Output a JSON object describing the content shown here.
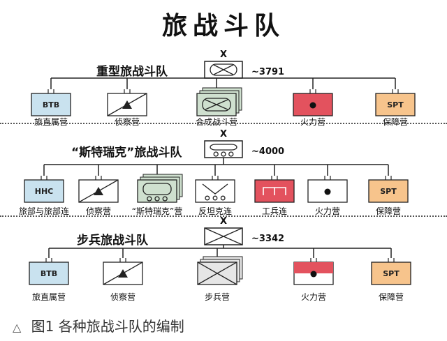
{
  "title": "旅战斗队",
  "caption": {
    "marker": "△",
    "text": "图1  各种旅战斗队的编制"
  },
  "hq_marker": "X",
  "sections": [
    {
      "name": "重型旅战斗队",
      "strength": "~3791",
      "hq_symbol": "armor-mech",
      "units": [
        {
          "label": "旅直属营",
          "symbol": "box-text",
          "text": "BTB",
          "fill": "#c9e2ef"
        },
        {
          "label": "侦察营",
          "symbol": "recon",
          "fill": "#ffffff"
        },
        {
          "label": "合成战斗营",
          "symbol": "armor-mech-stack",
          "fill": "#cfe0cf"
        },
        {
          "label": "火力营",
          "symbol": "artillery",
          "fill": "#e3525e"
        },
        {
          "label": "保障营",
          "symbol": "box-text",
          "text": "SPT",
          "fill": "#f7c48c"
        }
      ]
    },
    {
      "name": "“斯特瑞克”旅战斗队",
      "strength": "~4000",
      "hq_symbol": "stryker",
      "units": [
        {
          "label": "旅部与旅部连",
          "symbol": "box-text",
          "text": "HHC",
          "fill": "#c9e2ef"
        },
        {
          "label": "侦察营",
          "symbol": "recon",
          "fill": "#ffffff"
        },
        {
          "label": "“斯特瑞克”营",
          "symbol": "stryker-stack",
          "fill": "#cfe0cf"
        },
        {
          "label": "反坦克连",
          "symbol": "antitank",
          "fill": "#ffffff"
        },
        {
          "label": "工兵连",
          "symbol": "engineer",
          "fill": "#e3525e"
        },
        {
          "label": "火力营",
          "symbol": "artillery",
          "fill": "#ffffff"
        },
        {
          "label": "保障营",
          "symbol": "box-text",
          "text": "SPT",
          "fill": "#f7c48c"
        }
      ]
    },
    {
      "name": "步兵旅战斗队",
      "strength": "~3342",
      "hq_symbol": "infantry",
      "units": [
        {
          "label": "旅直属营",
          "symbol": "box-text",
          "text": "BTB",
          "fill": "#c9e2ef"
        },
        {
          "label": "侦察营",
          "symbol": "recon",
          "fill": "#ffffff"
        },
        {
          "label": "步兵营",
          "symbol": "infantry-stack",
          "fill": "#e6e6e6"
        },
        {
          "label": "火力营",
          "symbol": "artillery-half",
          "fill": "#e3525e"
        },
        {
          "label": "保障营",
          "symbol": "box-text",
          "text": "SPT",
          "fill": "#f7c48c"
        }
      ]
    }
  ]
}
